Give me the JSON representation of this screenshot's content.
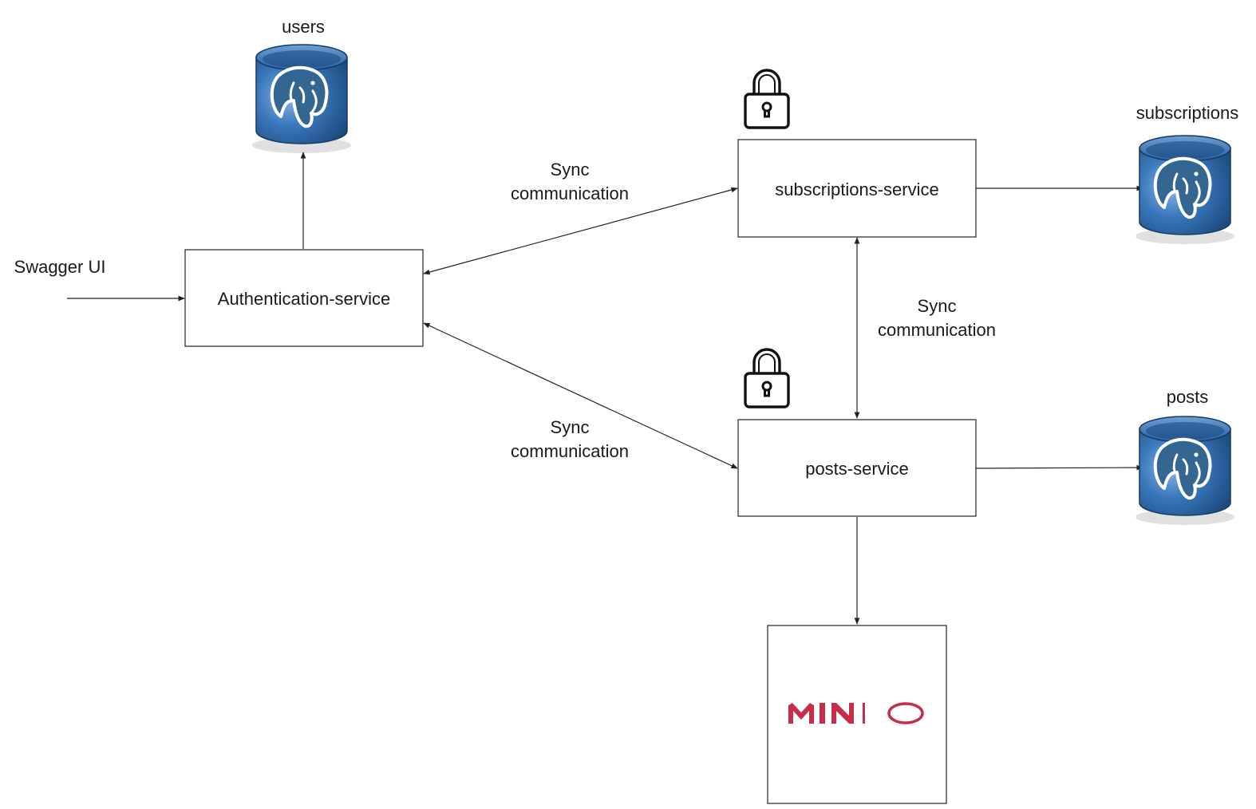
{
  "external": {
    "client_label": "Swagger UI"
  },
  "services": {
    "auth": "Authentication-service",
    "subscriptions": "subscriptions-service",
    "posts": "posts-service"
  },
  "databases": {
    "users": "users",
    "subscriptions": "subscriptions",
    "posts": "posts"
  },
  "edge_labels": {
    "auth_subscriptions": [
      "Sync",
      "communication"
    ],
    "subscriptions_posts": [
      "Sync",
      "communication"
    ],
    "auth_posts": [
      "Sync",
      "communication"
    ]
  },
  "storage": {
    "logo_text": "MINIO"
  },
  "icons": {
    "lock": "lock-icon",
    "database": "postgresql-elephant-icon",
    "storage_logo": "minio-logo"
  },
  "colors": {
    "db_blue": "#2f6dae",
    "db_dark": "#1b4a7c",
    "elephant": "#336791",
    "minio_red": "#c72c48",
    "line": "#222222"
  }
}
